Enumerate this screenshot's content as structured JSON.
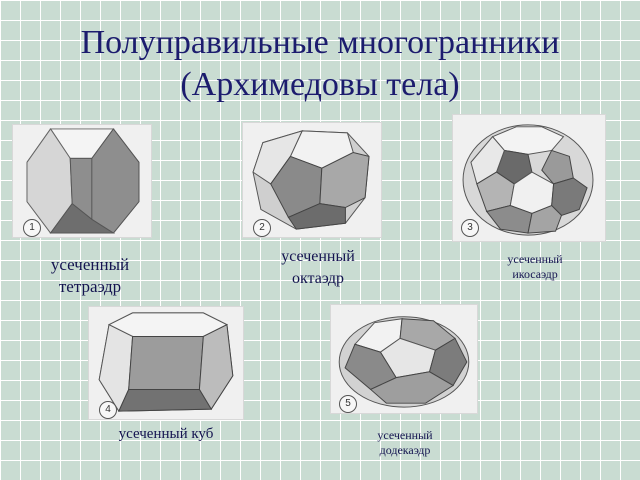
{
  "title": {
    "line1": "Полуправильные многогранники",
    "line2": "(Архимедовы тела)"
  },
  "figures": [
    {
      "number": "1",
      "icon": "truncated-tetrahedron-icon",
      "label_line1": "усеченный",
      "label_line2": "тетраэдр"
    },
    {
      "number": "2",
      "icon": "truncated-octahedron-icon",
      "label_line1": "усеченный",
      "label_line2": "октаэдр"
    },
    {
      "number": "3",
      "icon": "truncated-icosahedron-icon",
      "label_line1": "усеченный",
      "label_line2": "икосаэдр"
    },
    {
      "number": "4",
      "icon": "truncated-cube-icon",
      "label_line1": "усеченный куб",
      "label_line2": ""
    },
    {
      "number": "5",
      "icon": "truncated-dodecahedron-icon",
      "label_line1": "усеченный",
      "label_line2": "додекаэдр"
    }
  ]
}
